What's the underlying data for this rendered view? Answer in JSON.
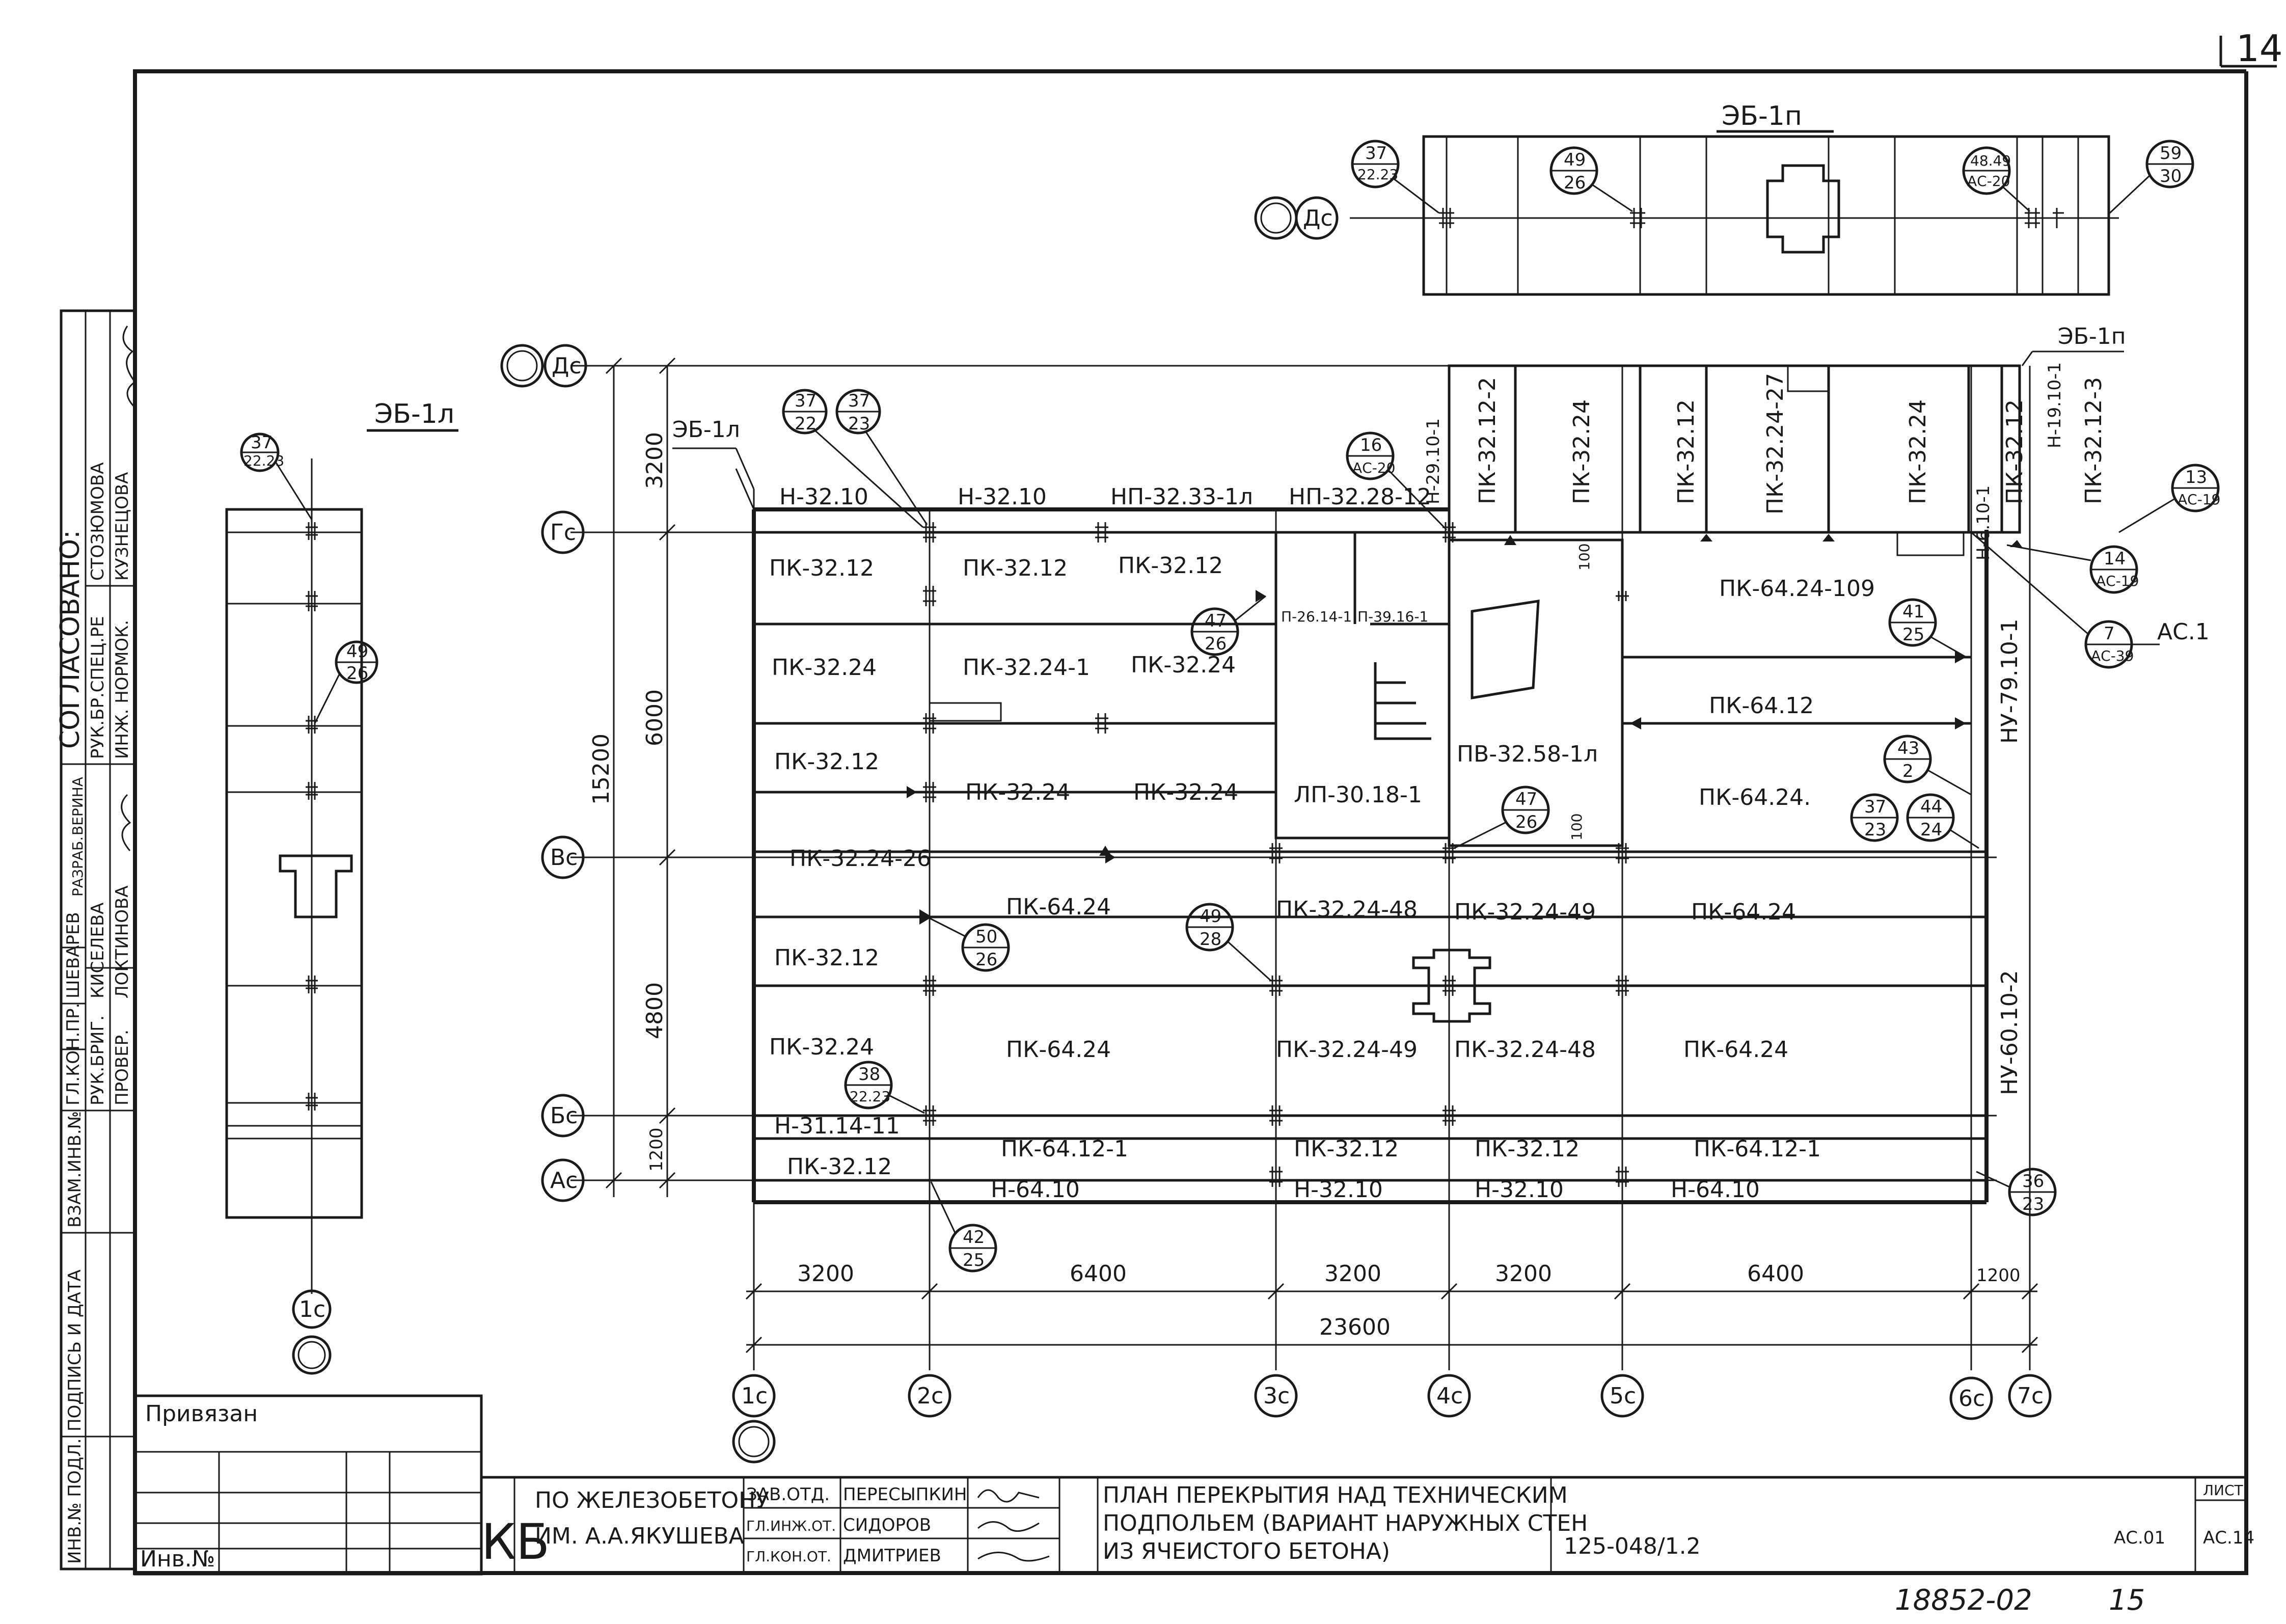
{
  "sheet": {
    "page_number": "14",
    "doc_number": "18852-02",
    "page_of": "15"
  },
  "views": {
    "wall_left": {
      "label": "ЭБ-1л",
      "circle": {
        "top": "37",
        "bottom": "22.23"
      },
      "node": {
        "top": "49",
        "bottom": "26"
      }
    },
    "wall_top": {
      "label": "ЭБ-1п",
      "circles": [
        {
          "top": "37",
          "bottom": "22.23"
        },
        {
          "top": "49",
          "bottom": "26"
        },
        {
          "top": "48.49",
          "bottom": "АС-20"
        },
        {
          "top": "59",
          "bottom": "30"
        }
      ]
    },
    "right_label": "ЭБ-1п",
    "inner_left_label": "ЭБ-1л"
  },
  "axes": {
    "rows": [
      "Дс",
      "Гс",
      "Вс",
      "Бс",
      "Ас"
    ],
    "row_top_view": "Дс",
    "cols": [
      "1с",
      "2с",
      "3с",
      "4с",
      "5с",
      "6с",
      "7с"
    ],
    "col_left_view": "1с"
  },
  "dims": {
    "bottom": [
      "3200",
      "6400",
      "3200",
      "3200",
      "6400",
      "1200"
    ],
    "total": "23600",
    "left_parts": [
      "3200",
      "6000",
      "4800",
      "1200"
    ],
    "left_total": "15200",
    "dim_100": "100"
  },
  "labels": {
    "h1": "Н-32.10",
    "h2": "Н-32.10",
    "np1": "НП-32.33-1л",
    "np2": "НП-32.28-12",
    "n2910": "Н-29.10-1",
    "v1": "ПК-32.12-2",
    "v2": "ПК-32.24",
    "v3": "ПК-32.12",
    "v4": "ПК-32.24-27",
    "v5": "ПК-32.24",
    "v6": "ПК-32.12",
    "v7": "Н-6.10-1",
    "v8": "Н-19.10-1",
    "v9": "ПК-32.12-3",
    "r1a": "ПК-32.12",
    "r1b": "ПК-32.12",
    "r1c": "ПК-32.12",
    "p2614": "П-26.14-1",
    "p3916": "П-39.16-1",
    "r2a": "ПК-32.24",
    "r2b": "ПК-32.24-1",
    "r2c": "ПК-32.24",
    "r3a": "ПК-32.12",
    "r3b": "ПК-32.24",
    "r3c": "ПК-32.24",
    "lp": "ЛП-30.18-1",
    "pv": "ПВ-32.58-1л",
    "pk64109": "ПК-64.24-109",
    "pk6412": "ПК-64.12",
    "pk6424a": "ПК-64.24.",
    "ny1": "НУ-79.10-1",
    "ny2": "НУ-60.10-2",
    "r4a": "ПК-32.24-26",
    "r4b": "ПК-64.24",
    "r4c": "ПК-32.24-48",
    "r4d": "ПК-32.24-49",
    "r4e": "ПК-64.24",
    "r5a": "ПК-32.12",
    "r6a": "ПК-32.24",
    "r6b": "ПК-64.24",
    "r6c": "ПК-32.24-49",
    "r6d": "ПК-32.24-48",
    "r6e": "ПК-64.24",
    "h3114": "Н-31.14-11",
    "r7a": "ПК-32.12",
    "r7b": "ПК-64.12-1",
    "r7c": "ПК-32.12",
    "r7d": "ПК-32.12",
    "r7e": "ПК-64.12-1",
    "b1": "Н-64.10",
    "b2": "Н-32.10",
    "b3": "Н-32.10",
    "b4": "Н-64.10",
    "ac1": "АС.1"
  },
  "callouts": [
    {
      "top": "37",
      "bottom": "22"
    },
    {
      "top": "37",
      "bottom": "23"
    },
    {
      "top": "16",
      "bottom": "АС-20"
    },
    {
      "top": "47",
      "bottom": "26"
    },
    {
      "top": "13",
      "bottom": "АС-19"
    },
    {
      "top": "14",
      "bottom": "АС-19"
    },
    {
      "top": "7",
      "bottom": "АС-39"
    },
    {
      "top": "41",
      "bottom": "25"
    },
    {
      "top": "43",
      "bottom": "2"
    },
    {
      "top": "37",
      "bottom": "23"
    },
    {
      "top": "44",
      "bottom": "24"
    },
    {
      "top": "47",
      "bottom": "26"
    },
    {
      "top": "50",
      "bottom": "26"
    },
    {
      "top": "49",
      "bottom": "28"
    },
    {
      "top": "38",
      "bottom": "22.23"
    },
    {
      "top": "42",
      "bottom": "25"
    },
    {
      "top": "36",
      "bottom": "23"
    }
  ],
  "side_stamp": {
    "heading": "СОГЛАСОВАНО:",
    "rows": [
      {
        "role": "РУК.БР.СПЕЦ.РЕ",
        "name": "СТОЗЮМОВА"
      },
      {
        "role": "ИНЖ. НОРМОК.",
        "name": "КУЗНЕЦОВА"
      }
    ],
    "staff": [
      {
        "role": "ГЛ.КОН.ПР.",
        "name": "ШЕВАРЕВ"
      },
      {
        "role": "РУК.БРИГ.",
        "name": "КИСЕЛЕВА"
      },
      {
        "role": "ПРОВЕР.",
        "name": "ЛОКТИНОВА"
      },
      {
        "role": "РАЗРАБ.",
        "name": "ВЕРИНА"
      }
    ],
    "fields": [
      "ВЗАМ.ИНВ.№",
      "ПОДПИСЬ И ДАТА",
      "ИНВ.№ ПОДЛ."
    ]
  },
  "title_block": {
    "privyazan": "Привязан",
    "inv": "Инв.№",
    "kb_mark": "КБ",
    "org_line1": "ПО ЖЕЛЕЗОБЕТОНУ",
    "org_line2": "ИМ. А.А.ЯКУШЕВА",
    "people": [
      {
        "role": "ЗАВ.ОТД.",
        "name": "ПЕРЕСЫПКИН"
      },
      {
        "role": "ГЛ.ИНЖ.ОТ.",
        "name": "СИДОРОВ"
      },
      {
        "role": "ГЛ.КОН.ОТ.",
        "name": "ДМИТРИЕВ"
      }
    ],
    "title_lines": [
      "ПЛАН ПЕРЕКРЫТИЯ НАД ТЕХНИЧЕСКИМ",
      "ПОДПОЛЬЕМ (ВАРИАНТ НАРУЖНЫХ СТЕН",
      "ИЗ ЯЧЕИСТОГО БЕТОНА)"
    ],
    "project_code": "125-048/1.2",
    "mark": "АС.01",
    "sheet_label": "ЛИСТ",
    "sheet_value": "АС.14"
  }
}
